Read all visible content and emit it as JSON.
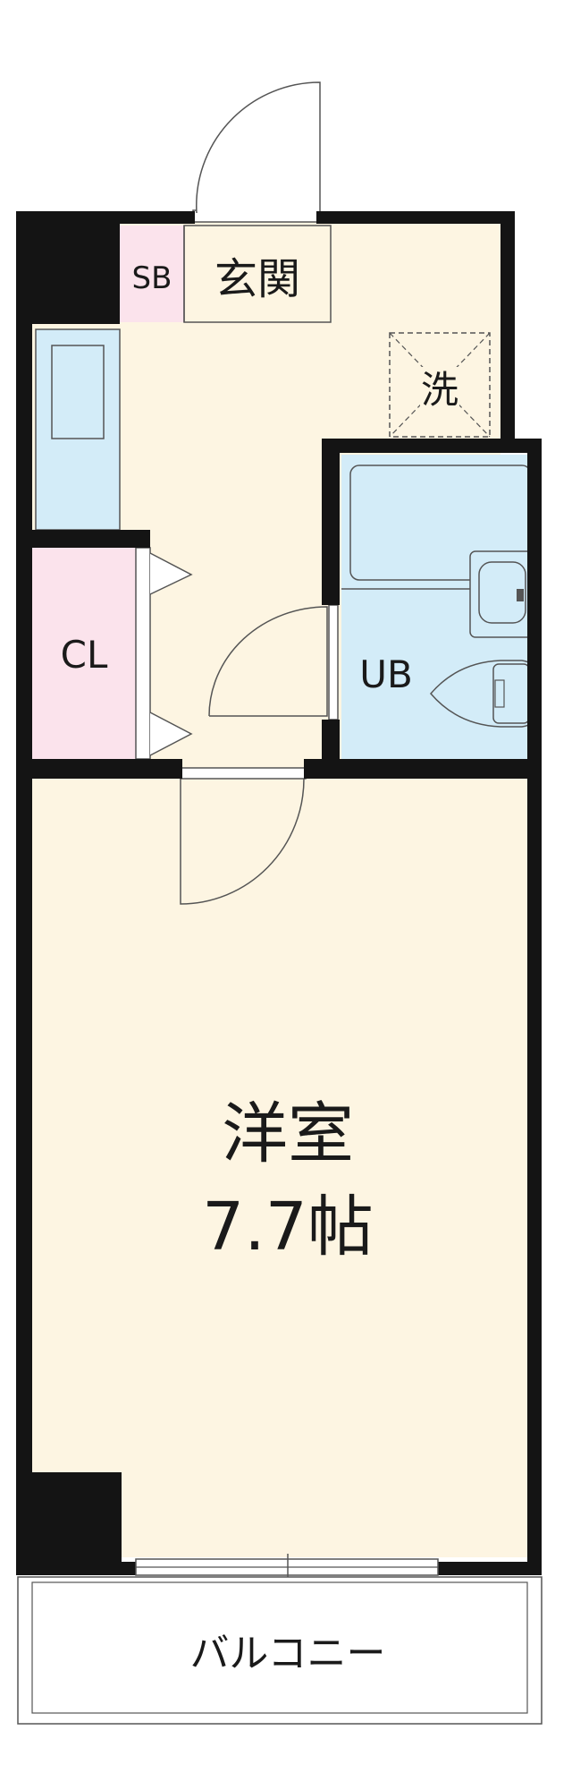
{
  "rooms": {
    "shoe_box": "SB",
    "entrance": "玄関",
    "washer": "洗",
    "closet": "CL",
    "unit_bath": "UB",
    "main_room_name": "洋室",
    "main_room_size": "7.7帖",
    "balcony": "バルコニー"
  },
  "colors": {
    "floor": "#fdf5e2",
    "bath": "#d3ecf8",
    "closet": "#fbe3ec",
    "wall": "#141414",
    "line": "#555555"
  }
}
